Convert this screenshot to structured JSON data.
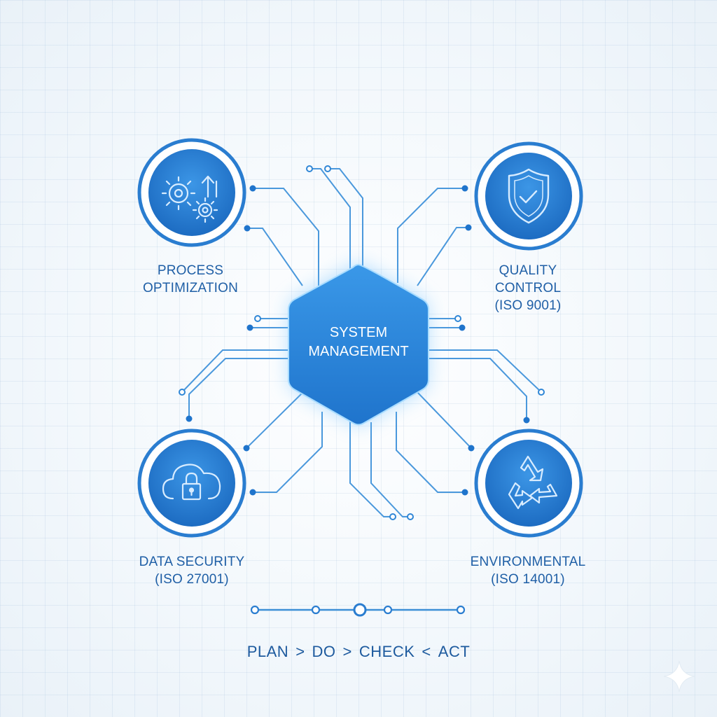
{
  "center": {
    "line1": "SYSTEM",
    "line2": "MANAGEMENT"
  },
  "nodes": {
    "process": {
      "line1": "PROCESS",
      "line2": "OPTIMIZATION",
      "icon": "gears-arrow-icon"
    },
    "quality": {
      "line1": "QUALITY",
      "line2": "CONTROL",
      "line3": "(ISO 9001)",
      "icon": "shield-check-icon"
    },
    "security": {
      "line1": "DATA SECURITY",
      "line2": "(ISO 27001)",
      "icon": "cloud-lock-icon"
    },
    "environmental": {
      "line1": "ENVIRONMENTAL",
      "line2": "(ISO 14001)",
      "icon": "recycle-icon"
    }
  },
  "cycle": {
    "steps": [
      "PLAN",
      "DO",
      "CHECK",
      "ACT"
    ],
    "separators": [
      ">",
      ">",
      "<"
    ]
  },
  "colors": {
    "primary": "#1e6fc4",
    "accent": "#3a9ae6",
    "line": "#3d8fd6",
    "text": "#1f5fa6"
  }
}
